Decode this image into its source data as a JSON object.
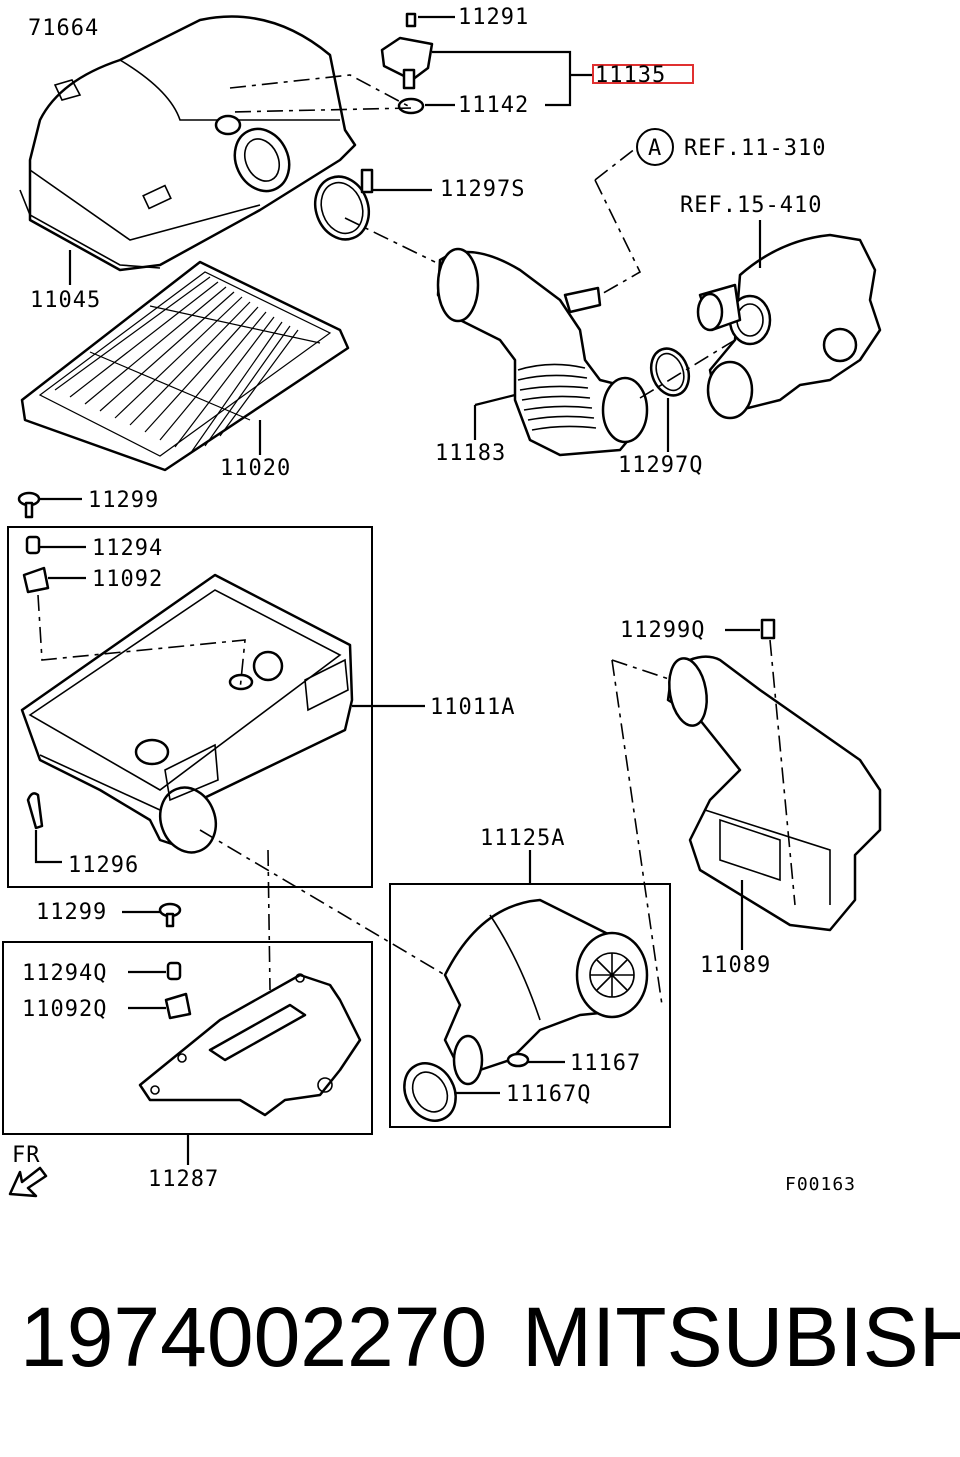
{
  "diagram": {
    "labels": {
      "p71664": "71664",
      "p11291": "11291",
      "p11135": "11135",
      "p11142": "11142",
      "refA_circle": "A",
      "refA_text": "REF.11-310",
      "ref15": "REF.15-410",
      "p11297S": "11297S",
      "p11045": "11045",
      "p11020": "11020",
      "p11183": "11183",
      "p11297Q": "11297Q",
      "p11299_top": "11299",
      "p11294": "11294",
      "p11092": "11092",
      "p11011A": "11011A",
      "p11296": "11296",
      "p11299Q": "11299Q",
      "p11125A": "11125A",
      "p11089": "11089",
      "p11299_mid": "11299",
      "p11294Q": "11294Q",
      "p11092Q": "11092Q",
      "p11167": "11167",
      "p11167Q": "11167Q",
      "p11287": "11287",
      "fr": "FR",
      "figure_code": "F00163"
    },
    "highlighted_part": "11135",
    "highlight_color": "#e03030"
  },
  "footer": {
    "part_number": "1974002270",
    "brand": "MITSUBISHI"
  }
}
